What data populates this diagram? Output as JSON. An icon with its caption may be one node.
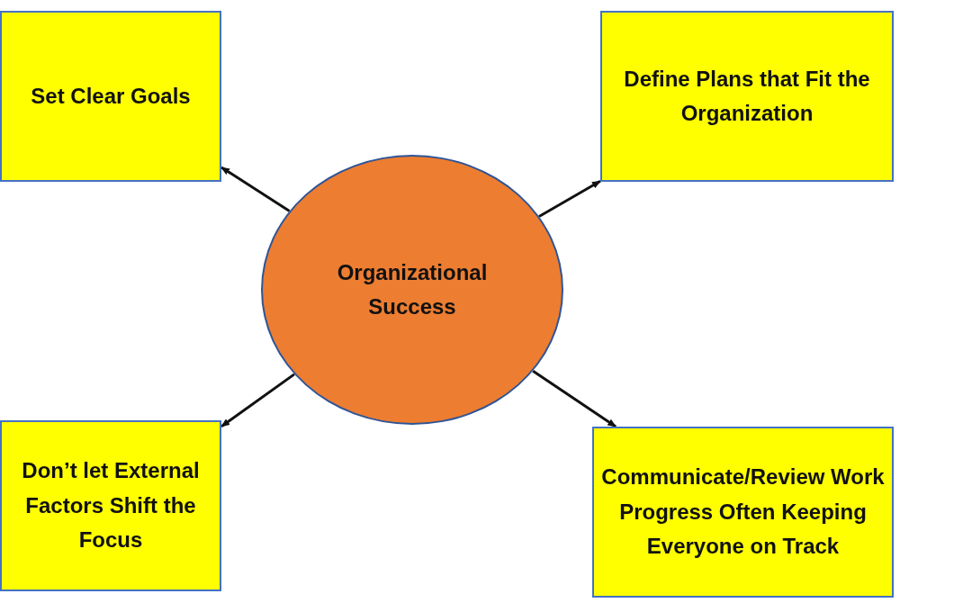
{
  "diagram": {
    "nodes": [
      {
        "text": [
          "Organizational Success"
        ]
      },
      {
        "text": [
          "Set Clear Goals"
        ]
      },
      {
        "text": [
          "Define Plans that Fit the Organization"
        ]
      },
      {
        "text": [
          "Don’t let External Factors Shift the Focus"
        ]
      },
      {
        "text": [
          "Communicate/Review Work Progress Often Keeping Everyone on Track"
        ]
      }
    ],
    "edges": [
      {
        "from": 0,
        "to": 1,
        "arrow": "to"
      },
      {
        "from": 0,
        "to": 2,
        "arrow": "to"
      },
      {
        "from": 0,
        "to": 3,
        "arrow": "to"
      },
      {
        "from": 0,
        "to": 4,
        "arrow": "to"
      }
    ]
  }
}
